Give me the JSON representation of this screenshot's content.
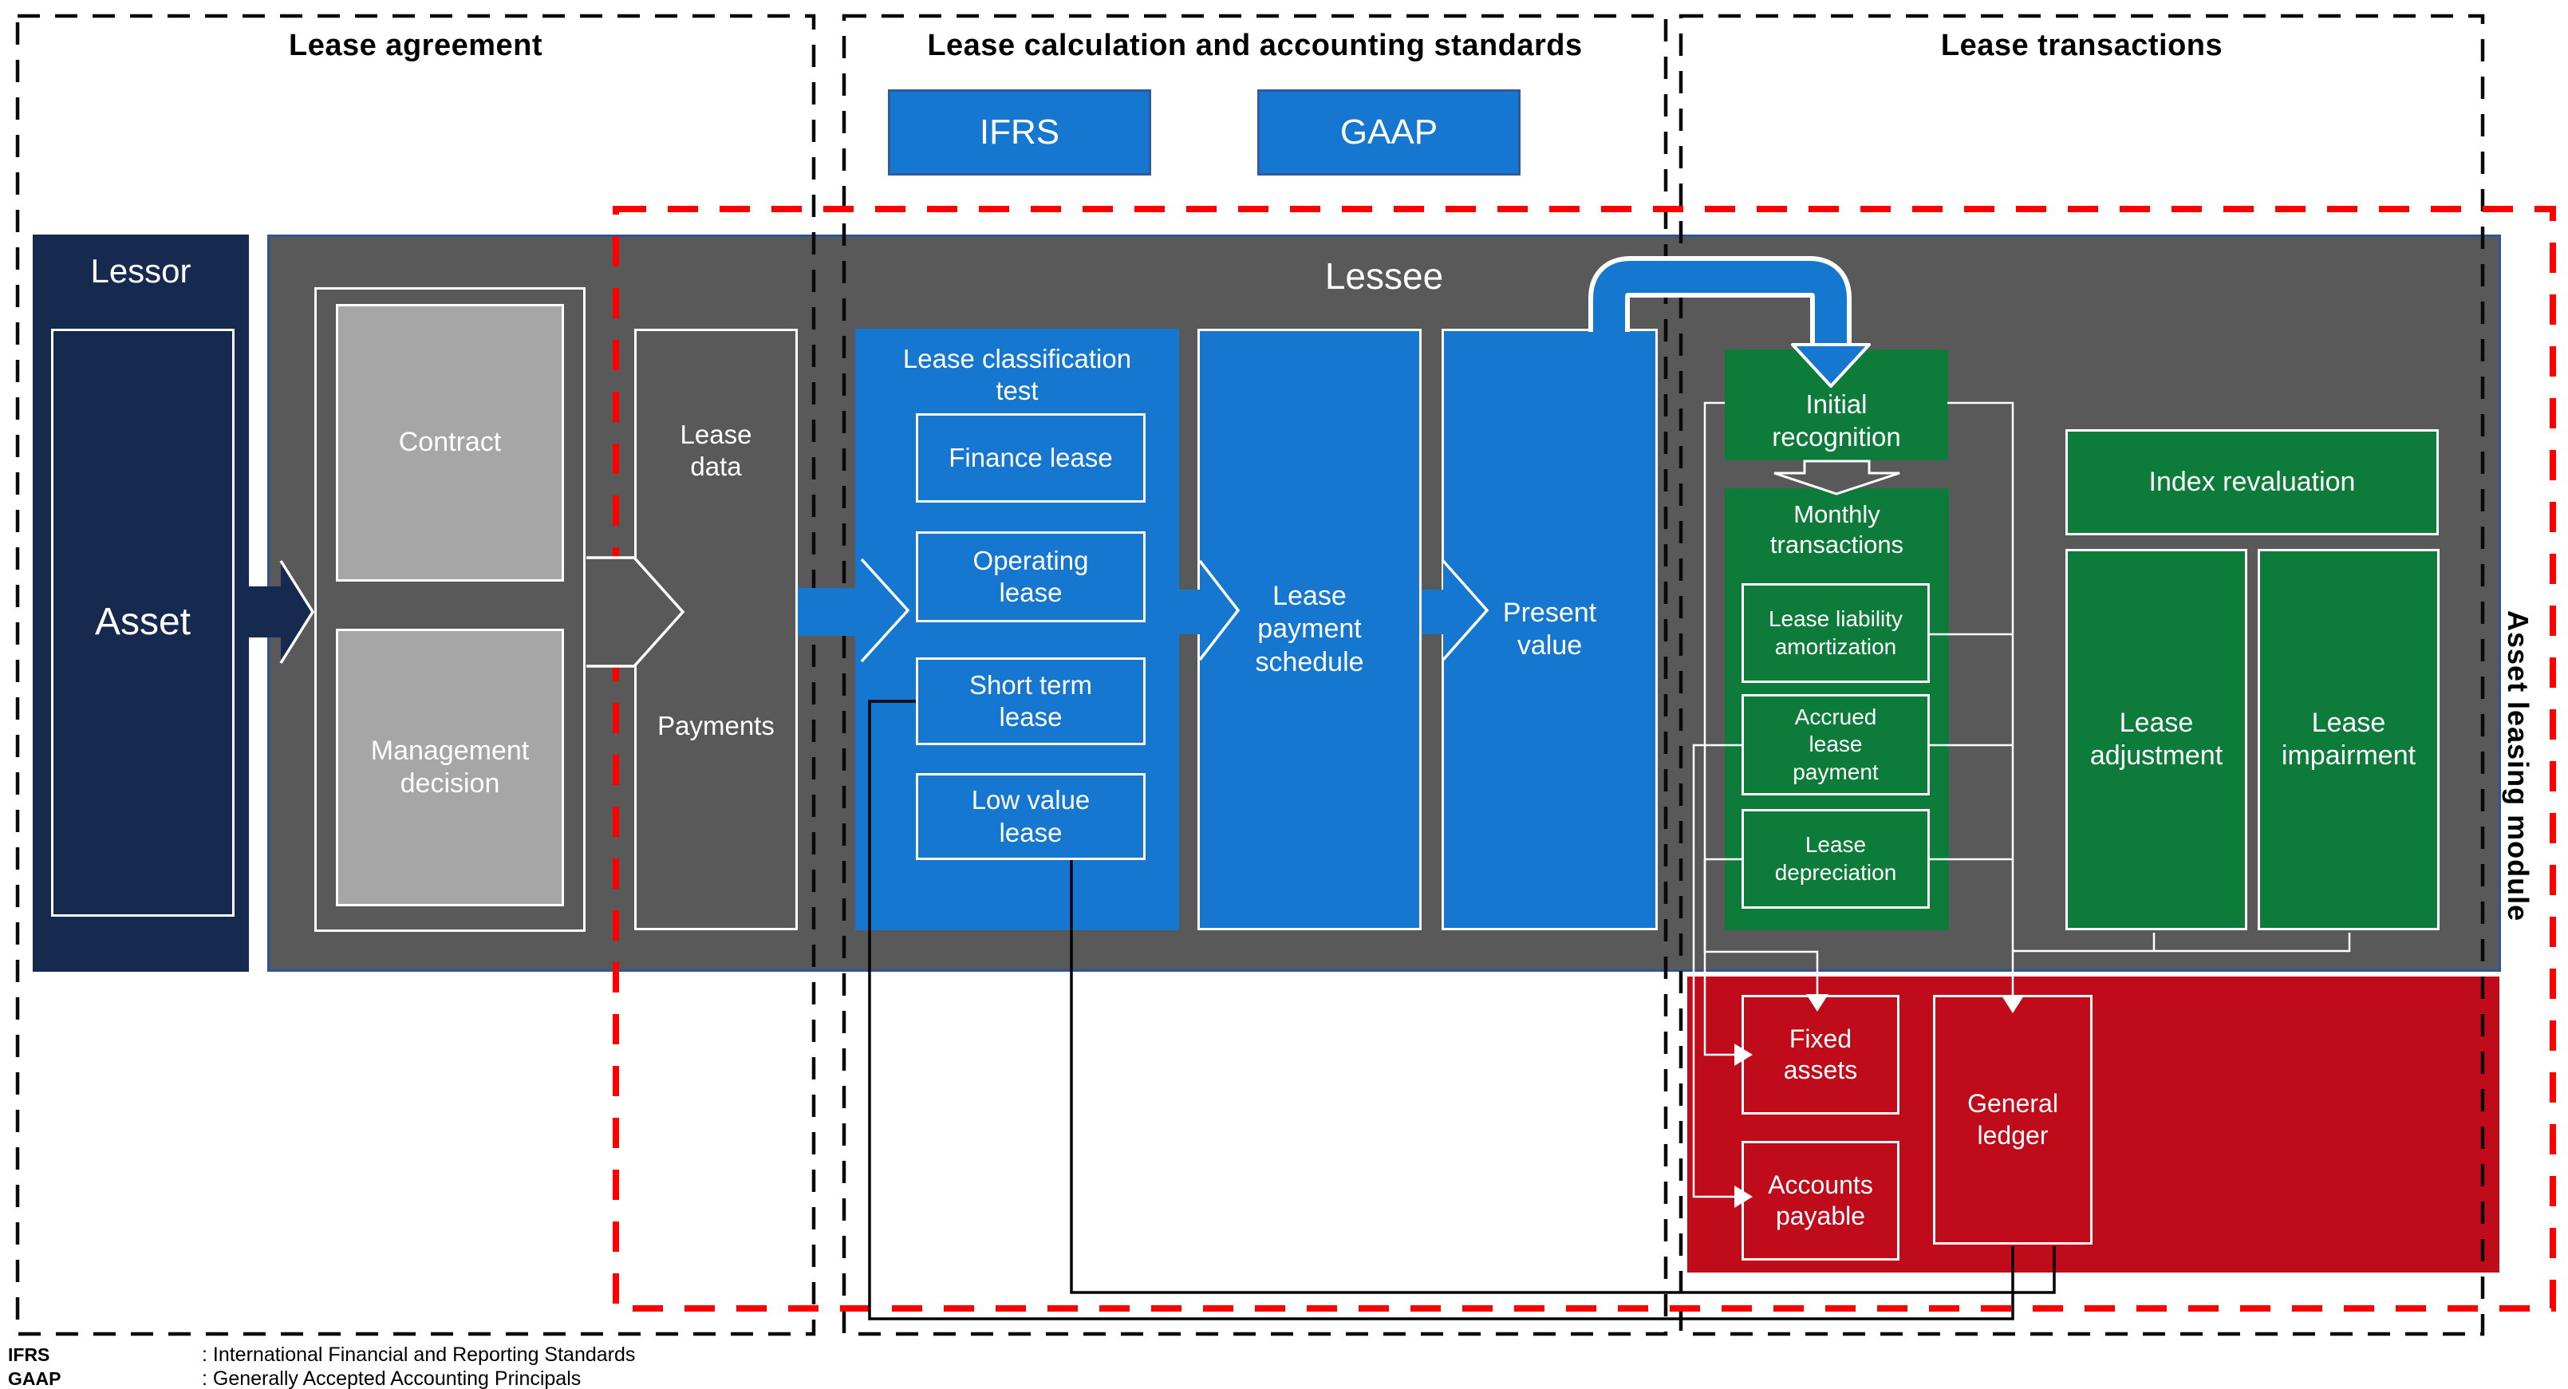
{
  "sections": {
    "agreement": "Lease agreement",
    "calculation": "Lease calculation and accounting standards",
    "transactions": "Lease transactions"
  },
  "standards": {
    "ifrs": "IFRS",
    "gaap": "GAAP"
  },
  "module_label": "Asset leasing module",
  "lessor": {
    "title": "Lessor",
    "asset": "Asset"
  },
  "lessee": {
    "title": "Lessee",
    "contract": "Contract",
    "management_decision": "Management decision",
    "lease_data": "Lease data",
    "payments": "Payments",
    "classification": {
      "title": "Lease classification test",
      "finance": "Finance lease",
      "operating": "Operating lease",
      "short_term": "Short term lease",
      "low_value": "Low value lease"
    },
    "payment_schedule": "Lease payment schedule",
    "present_value": "Present value",
    "initial_recognition": "Initial recognition",
    "monthly": {
      "title": "Monthly transactions",
      "liability_amortization": "Lease liability amortization",
      "accrued_payment": "Accrued lease payment",
      "depreciation": "Lease depreciation"
    },
    "index_revaluation": "Index revaluation",
    "lease_adjustment": "Lease adjustment",
    "lease_impairment": "Lease impairment"
  },
  "ledger": {
    "fixed_assets": "Fixed assets",
    "accounts_payable": "Accounts payable",
    "general_ledger": "General ledger"
  },
  "legend": [
    {
      "term": "IFRS",
      "definition": ": International Financial and Reporting Standards"
    },
    {
      "term": "GAAP",
      "definition": ": Generally Accepted Accounting Principals"
    }
  ],
  "colors": {
    "navy": "#152a4e",
    "blue": "#1577d0",
    "green": "#0d7b39",
    "red": "#c00b1b",
    "gray-dark": "#595959",
    "gray-light": "#a6a6a6",
    "lessee-border": "#2f5597",
    "btn-border": "#2e5b9b",
    "dash-red": "#fe0000",
    "ink": "#000000"
  }
}
